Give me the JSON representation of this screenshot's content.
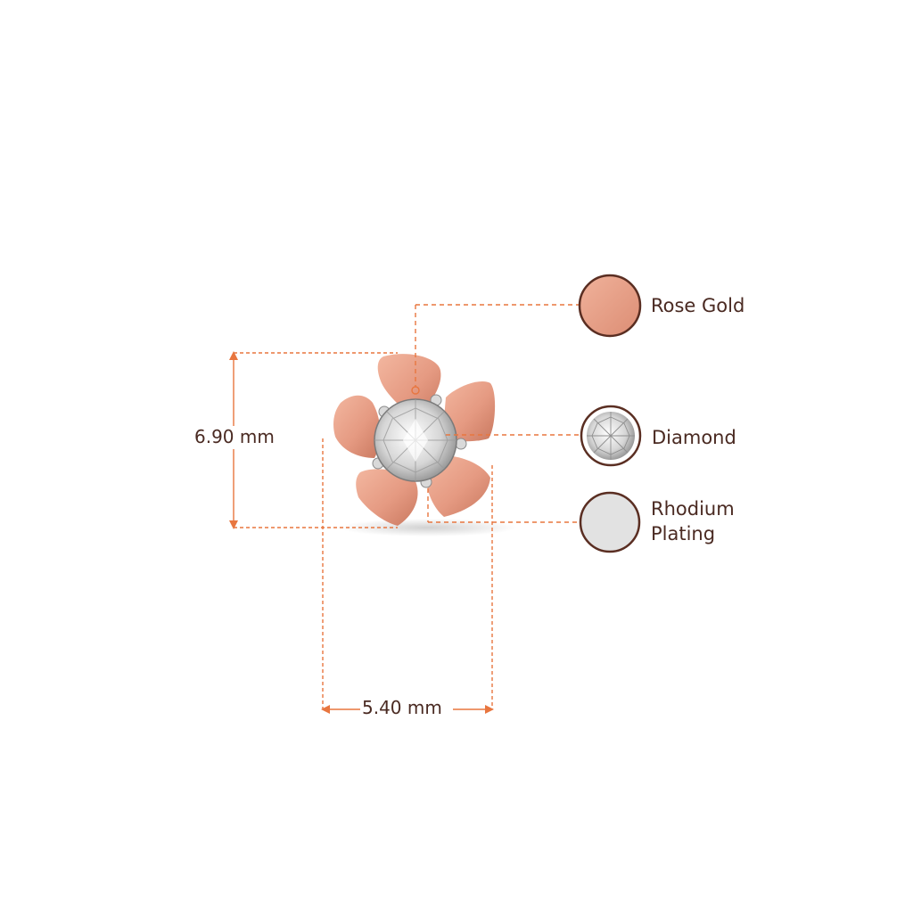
{
  "dimensions": {
    "height": "6.90 mm",
    "width": "5.40 mm"
  },
  "materials": [
    {
      "line1": "Rose Gold",
      "line2": "",
      "swatch": "rose-gold-swatch",
      "color": "#e9a189"
    },
    {
      "line1": "Diamond",
      "line2": "",
      "swatch": "diamond-swatch",
      "color": "#f2f2f2"
    },
    {
      "line1": "Rhodium",
      "line2": "Plating",
      "swatch": "rhodium-swatch",
      "color": "#e2e2e2"
    }
  ],
  "colors": {
    "leader": "#e8763f",
    "swatch_border": "#5a2e22",
    "rose_gold": "#e9a189",
    "rose_gold_dark": "#c97a62",
    "rhodium": "#e2e2e2",
    "text": "#4a2a22"
  },
  "product_icon": "flower-stud-earring-icon"
}
